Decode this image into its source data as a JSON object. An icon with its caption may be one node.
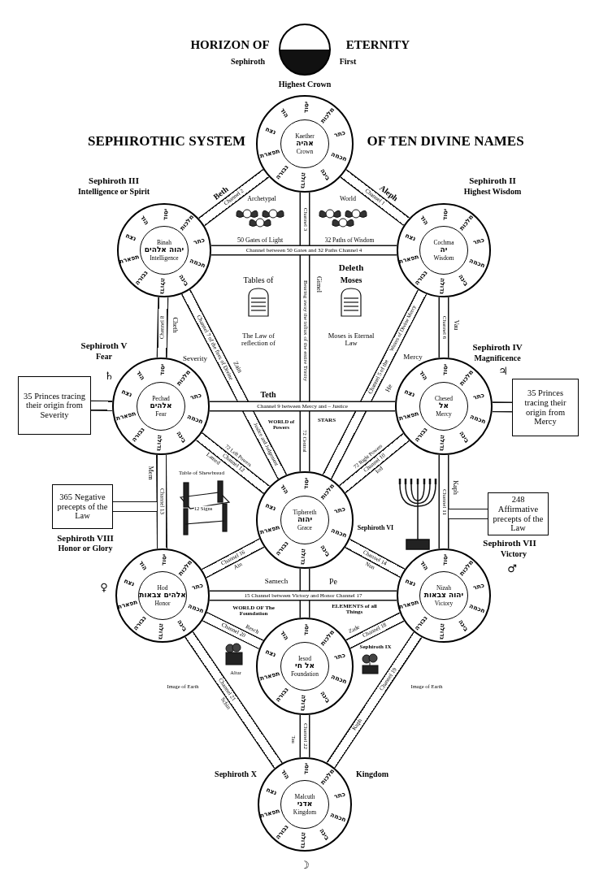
{
  "diagram": {
    "nodes": [
      {
        "text": [],
        "shape": "circle",
        "beside": [
          "HORIZON OF",
          "ETERNITY",
          "Sephiroth",
          "First"
        ]
      },
      {
        "text": [
          "Kaether",
          "אהיה",
          "Crown",
          "כתר",
          "חכמה",
          "בינה",
          "גדולה",
          "גבורה",
          "תפארת",
          "נצח",
          "הוד",
          "יסוד",
          "מלכות"
        ],
        "beside": [
          "Highest Crown",
          "SEPHIROTHIC SYSTEM",
          "OF TEN DIVINE NAMES"
        ]
      },
      {
        "text": [
          "Binah",
          "יהוה אלהים",
          "Intelligence",
          "כתר",
          "חכמה",
          "בינה",
          "גדולה",
          "גבורה",
          "תפארת",
          "נצח",
          "הוד",
          "יסוד",
          "מלכות"
        ],
        "beside": [
          "Sephiroth III",
          "Intelligence or Spirit"
        ]
      },
      {
        "text": [
          "Cochma",
          "יה",
          "Wisdom",
          "כתר",
          "חכמה",
          "בינה",
          "גדולה",
          "גבורה",
          "תפארת",
          "נצח",
          "הוד",
          "יסוד",
          "מלכות"
        ],
        "beside": [
          "Sephiroth II",
          "Highest Wisdom"
        ]
      },
      {
        "text": [
          "35 Princes tracing their origin from Severity"
        ]
      },
      {
        "text": [
          "Pechad",
          "אלהים",
          "Fear",
          "כתר",
          "חכמה",
          "בינה",
          "גדולה",
          "גבורה",
          "תפארת",
          "נצח",
          "הוד",
          "יסוד",
          "מלכות"
        ],
        "beside": [
          "Sephiroth V",
          "Fear",
          "♄"
        ]
      },
      {
        "text": [
          "Chesed",
          "אל",
          "Mercy",
          "כתר",
          "חכמה",
          "בינה",
          "גדולה",
          "גבורה",
          "תפארת",
          "נצח",
          "הוד",
          "יסוד",
          "מלכות"
        ],
        "beside": [
          "Sephiroth IV",
          "Magnificence",
          "♃"
        ]
      },
      {
        "text": [
          "35 Princes tracing their origin from Mercy"
        ]
      },
      {
        "text": [
          "365 Negative precepts of the Law"
        ]
      },
      {
        "text": [
          "Tiphereth",
          "יהוה",
          "Grace",
          "כתר",
          "חכמה",
          "בינה",
          "גדולה",
          "גבורה",
          "תפארת",
          "נצח",
          "הוד",
          "יסוד",
          "מלכות"
        ],
        "beside": [
          "Sephiroth VI"
        ]
      },
      {
        "text": [
          "248 Affirmative precepts of the Law"
        ]
      },
      {
        "text": [
          "Hod",
          "אלהים צבאות",
          "Honor",
          "כתר",
          "חכמה",
          "בינה",
          "גדולה",
          "גבורה",
          "תפארת",
          "נצח",
          "הוד",
          "יסוד",
          "מלכות"
        ],
        "beside": [
          "Sephiroth VIII",
          "Honor or Glory",
          "♀"
        ]
      },
      {
        "text": [
          "Nizah",
          "יהוה צבאות",
          "Victory",
          "כתר",
          "חכמה",
          "בינה",
          "גדולה",
          "גבורה",
          "תפארת",
          "נצח",
          "הוד",
          "יסוד",
          "מלכות"
        ],
        "beside": [
          "Sephiroth VII",
          "Victory",
          "♂"
        ]
      },
      {
        "text": [
          "Iesod",
          "אל חי",
          "Foundation",
          "כתר",
          "חכמה",
          "בינה",
          "גדולה",
          "גבורה",
          "תפארת",
          "נצח",
          "הוד",
          "יסוד",
          "מלכות"
        ],
        "beside": [
          "Sephiroth IX"
        ]
      },
      {
        "text": [
          "Malcuth",
          "אדני",
          "Kingdom",
          "כתר",
          "חכמה",
          "בינה",
          "גדולה",
          "גבורה",
          "תפארת",
          "נצח",
          "הוד",
          "יסוד",
          "מלכות"
        ],
        "beside": [
          "Sephiroth X",
          "Kingdom",
          "☽"
        ]
      }
    ],
    "edges": [
      {
        "from": 1,
        "to": 3,
        "arrow": "none",
        "label": "Channel 1"
      },
      {
        "from": 1,
        "to": 2,
        "arrow": "none",
        "label": "Channel 2"
      },
      {
        "from": 1,
        "to": 9,
        "arrow": "none",
        "label": "Bearing away the influx of the entire Trinity"
      },
      {
        "from": 2,
        "to": 3,
        "arrow": "none",
        "label": "Channel between 50 Gates and 32 Paths Channel 4"
      },
      {
        "from": 3,
        "to": 9,
        "arrow": "none",
        "label": "Channel 5 of the"
      },
      {
        "from": 3,
        "to": 6,
        "arrow": "none",
        "label": "Channel 6"
      },
      {
        "from": 2,
        "to": 9,
        "arrow": "none",
        "label": "Channel 7 of the fires of Divine"
      },
      {
        "from": 2,
        "to": 5,
        "arrow": "none",
        "label": "Channel 8"
      },
      {
        "from": 5,
        "to": 6,
        "arrow": "none",
        "label": "Channel 9 between Mercy and – Justice"
      },
      {
        "from": 6,
        "to": 9,
        "arrow": "none",
        "label": "Channel 10"
      },
      {
        "from": 6,
        "to": 12,
        "arrow": "none",
        "label": "Channel 11"
      },
      {
        "from": 5,
        "to": 9,
        "arrow": "none",
        "label": "Channel 12"
      },
      {
        "from": 5,
        "to": 11,
        "arrow": "none",
        "label": "Channel 13"
      },
      {
        "from": 9,
        "to": 12,
        "arrow": "none",
        "label": "Channel 14"
      },
      {
        "from": 9,
        "to": 13,
        "arrow": "none"
      },
      {
        "from": 9,
        "to": 11,
        "arrow": "none",
        "label": "Channel 16"
      },
      {
        "from": 11,
        "to": 12,
        "arrow": "none",
        "label": "15 Channel between Victory and Honor Channel 17"
      },
      {
        "from": 12,
        "to": 13,
        "arrow": "none",
        "label": "Channel 18"
      },
      {
        "from": 12,
        "to": 14,
        "arrow": "none",
        "label": "Channel 19"
      },
      {
        "from": 11,
        "to": 13,
        "arrow": "none",
        "label": "Channel 20"
      },
      {
        "from": 11,
        "to": 14,
        "arrow": "none",
        "label": "Channel 21"
      },
      {
        "from": 13,
        "to": 14,
        "arrow": "none",
        "label": "Channel 22"
      },
      {
        "from": 4,
        "to": 5,
        "arrow": "none"
      },
      {
        "from": 7,
        "to": 6,
        "arrow": "none"
      },
      {
        "from": 8,
        "to": null,
        "arrow": "none"
      },
      {
        "from": 10,
        "to": null,
        "arrow": "none"
      }
    ],
    "labels": [
      "Beth",
      "Aleph",
      "Archetypal",
      "World",
      "50 Gates of Light",
      "32 Paths of Wisdom",
      "Deleth",
      "Gimel",
      "Channel 3",
      "Tables of",
      "Moses",
      "The Law of reflection of",
      "Moses is Eternal Law",
      "Cheth",
      "Severity",
      "Zain",
      "Vau",
      "Mercy",
      "He",
      "Teth",
      "Justice and Judgement",
      "Waters of Divine Mercy",
      "WORLD of Powers",
      "STARS",
      "72 Central",
      "72 Left Powers",
      "Lamed",
      "72 Right Powers",
      "Iod",
      "Kaph",
      "Mem",
      "Table of Shewbread",
      "12 Signs",
      "Ain",
      "Nun",
      "Samech",
      "Pe",
      "WORLD OF The Foundation",
      "ELEMENTS of all Things",
      "Resch",
      "Zade",
      "Altar",
      "Image of Earth",
      "Image of Earth",
      "Schin",
      "Kuph",
      "Tau"
    ]
  }
}
